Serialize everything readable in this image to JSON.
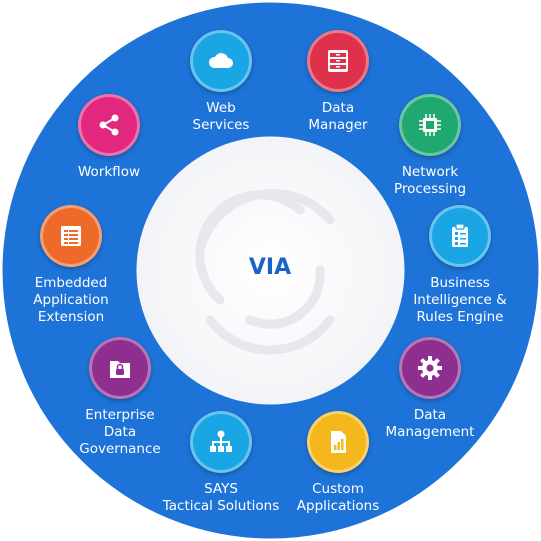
{
  "center": {
    "title": "VIA"
  },
  "colors": {
    "ring_blue": "#1e73d8",
    "cyan": "#1aa6e4",
    "red": "#e0314c",
    "green": "#1fa870",
    "magenta": "#e2277f",
    "orange": "#ee6a2b",
    "purple": "#8e2f8f",
    "yellow": "#f4b81c"
  },
  "modules": [
    {
      "label": "Web\nServices",
      "icon": "cloud-icon",
      "color": "cyan"
    },
    {
      "label": "Data\nManager",
      "icon": "cabinet-icon",
      "color": "red"
    },
    {
      "label": "Network\nProcessing",
      "icon": "chip-icon",
      "color": "green"
    },
    {
      "label": "Business\nIntelligence &\nRules Engine",
      "icon": "clipboard-icon",
      "color": "cyan"
    },
    {
      "label": "Data\nManagement",
      "icon": "gear-icon",
      "color": "purple"
    },
    {
      "label": "Custom\nApplications",
      "icon": "document-chart-icon",
      "color": "yellow"
    },
    {
      "label": "SAYS\nTactical Solutions",
      "icon": "hierarchy-icon",
      "color": "cyan"
    },
    {
      "label": "Enterprise\nData\nGovernance",
      "icon": "lock-folder-icon",
      "color": "purple"
    },
    {
      "label": "Embedded\nApplication\nExtension",
      "icon": "list-window-icon",
      "color": "orange"
    },
    {
      "label": "Workflow",
      "icon": "share-icon",
      "color": "magenta"
    }
  ]
}
